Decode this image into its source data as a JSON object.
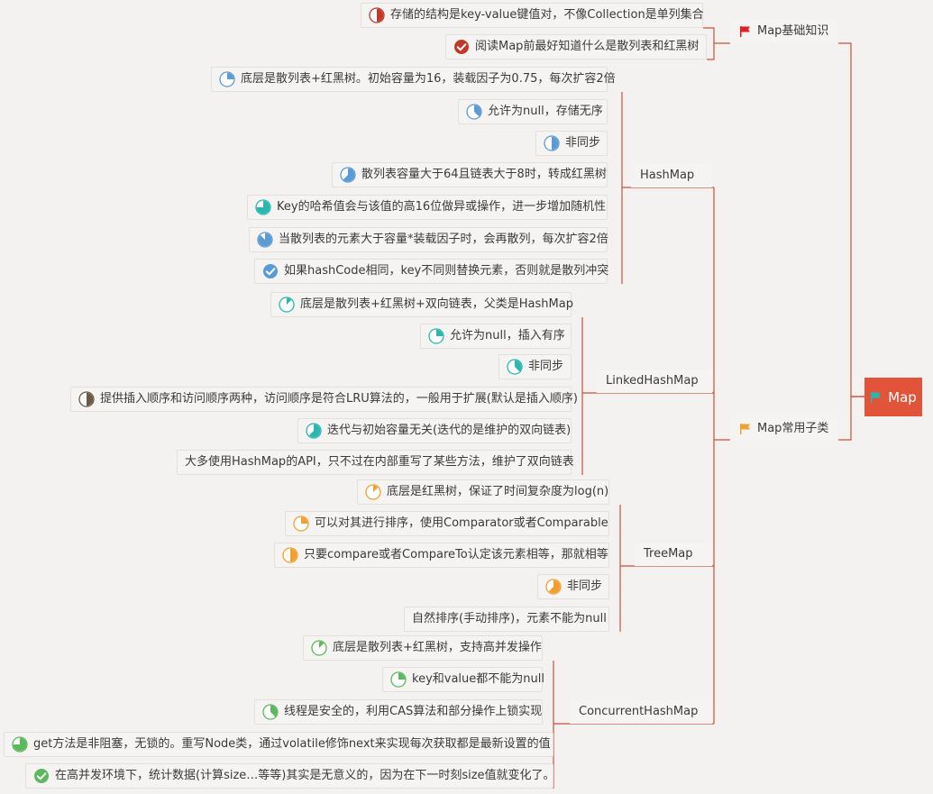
{
  "root": {
    "label": "Map",
    "icon": "flag-icon",
    "color": "#e2543a"
  },
  "branches": {
    "basics": {
      "label": "Map基础知识",
      "icon": "flag-icon",
      "icon_color": "#e02020"
    },
    "subclasses": {
      "label": "Map常用子类",
      "icon": "flag-icon",
      "icon_color": "#f0a030"
    }
  },
  "basics_items": [
    {
      "text": "存储的结构是key-value键值对，不像Collection是单列集合",
      "icon": "half-progress-icon",
      "progress": 0.5,
      "color": "#c0392b"
    },
    {
      "text": "阅读Map前最好知道什么是散列表和红黑树",
      "icon": "check-icon",
      "progress": 1,
      "color": "#c0392b"
    }
  ],
  "classes": [
    {
      "label": "HashMap",
      "color": "#5b9bd5",
      "items": [
        {
          "text": "底层是散列表+红黑树。初始容量为16，装载因子为0.75，每次扩容2倍",
          "progress": 0.25,
          "icon": "progress-icon"
        },
        {
          "text": "允许为null，存储无序",
          "progress": 0.375,
          "icon": "progress-icon"
        },
        {
          "text": "非同步",
          "progress": 0.5,
          "icon": "progress-icon"
        },
        {
          "text": "散列表容量大于64且链表大于8时，转成红黑树",
          "progress": 0.625,
          "icon": "progress-icon"
        },
        {
          "text": "Key的哈希值会与该值的高16位做异或操作，进一步增加随机性",
          "progress": 0.75,
          "icon": "progress-icon",
          "color": "#2ab7b0"
        },
        {
          "text": "当散列表的元素大于容量*装载因子时，会再散列，每次扩容2倍",
          "progress": 0.875,
          "icon": "progress-icon"
        },
        {
          "text": "如果hashCode相同，key不同则替换元素，否则就是散列冲突",
          "progress": 1,
          "icon": "check-icon"
        }
      ]
    },
    {
      "label": "LinkedHashMap",
      "color": "#2ab7b0",
      "items": [
        {
          "text": "底层是散列表+红黑树+双向链表，父类是HashMap",
          "progress": 0.125,
          "icon": "progress-icon"
        },
        {
          "text": "允许为null，插入有序",
          "progress": 0.25,
          "icon": "progress-icon"
        },
        {
          "text": "非同步",
          "progress": 0.375,
          "icon": "progress-icon"
        },
        {
          "text": "提供插入顺序和访问顺序两种，访问顺序是符合LRU算法的，一般用于扩展(默认是插入顺序)",
          "progress": 0.5,
          "icon": "progress-icon",
          "color": "#6b5a4a"
        },
        {
          "text": "迭代与初始容量无关(迭代的是维护的双向链表)",
          "progress": 0.625,
          "icon": "progress-icon"
        },
        {
          "text": "大多使用HashMap的API，只不过在内部重写了某些方法，维护了双向链表",
          "progress": null,
          "icon": ""
        }
      ]
    },
    {
      "label": "TreeMap",
      "color": "#f0a030",
      "items": [
        {
          "text": "底层是红黑树，保证了时间复杂度为log(n)",
          "progress": 0.125,
          "icon": "progress-icon"
        },
        {
          "text": "可以对其进行排序，使用Comparator或者Comparable",
          "progress": 0.25,
          "icon": "progress-icon"
        },
        {
          "text": "只要compare或者CompareTo认定该元素相等，那就相等",
          "progress": 0.5,
          "icon": "progress-icon"
        },
        {
          "text": "非同步",
          "progress": 0.625,
          "icon": "progress-icon"
        },
        {
          "text": "自然排序(手动排序)，元素不能为null",
          "progress": null,
          "icon": ""
        }
      ]
    },
    {
      "label": "ConcurrentHashMap",
      "color": "#5cb85c",
      "items": [
        {
          "text": "底层是散列表+红黑树，支持高并发操作",
          "progress": 0.125,
          "icon": "progress-icon"
        },
        {
          "text": "key和value都不能为null",
          "progress": 0.25,
          "icon": "progress-icon"
        },
        {
          "text": "线程是安全的，利用CAS算法和部分操作上锁实现",
          "progress": 0.375,
          "icon": "progress-icon"
        },
        {
          "text": "get方法是非阻塞，无锁的。重写Node类，通过volatile修饰next来实现每次获取都是最新设置的值",
          "progress": 0.75,
          "icon": "progress-icon"
        },
        {
          "text": "在高并发环境下，统计数据(计算size…等等)其实是无意义的，因为在下一时刻size值就变化了。",
          "progress": 1,
          "icon": "check-icon"
        }
      ]
    }
  ]
}
